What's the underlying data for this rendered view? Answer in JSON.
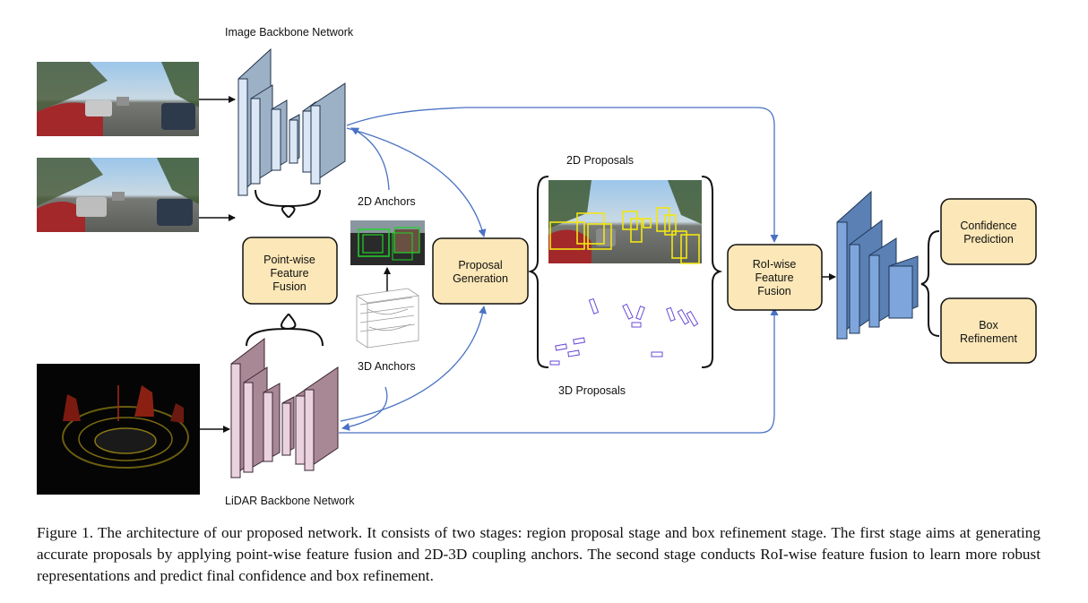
{
  "labels": {
    "image_backbone": "Image Backbone Network",
    "lidar_backbone": "LiDAR Backbone Network",
    "anchors_2d": "2D Anchors",
    "anchors_3d": "3D Anchors",
    "proposals_2d": "2D Proposals",
    "proposals_3d": "3D Proposals"
  },
  "boxes": {
    "point_wise": [
      "Point-wise",
      "Feature",
      "Fusion"
    ],
    "proposal_generation": [
      "Proposal",
      "Generation"
    ],
    "roi_wise": [
      "RoI-wise",
      "Feature",
      "Fusion"
    ],
    "confidence": [
      "Confidence",
      "Prediction"
    ],
    "box_refinement": [
      "Box",
      "Refinement"
    ]
  },
  "caption": "Figure 1. The architecture of our proposed network. It consists of two stages: region proposal stage and box refinement stage. The first stage aims at generating accurate proposals by applying point-wise feature fusion and 2D-3D coupling anchors. The second stage conducts RoI-wise feature fusion to learn more robust representations and predict final confidence and box refinement.",
  "colors": {
    "image_backbone": "#dbe7f5",
    "lidar_backbone": "#ead2df",
    "roi_network": "#7fa6dc",
    "fusion_box": "#fbe7b7",
    "arrow_blue": "#4a72c4"
  }
}
